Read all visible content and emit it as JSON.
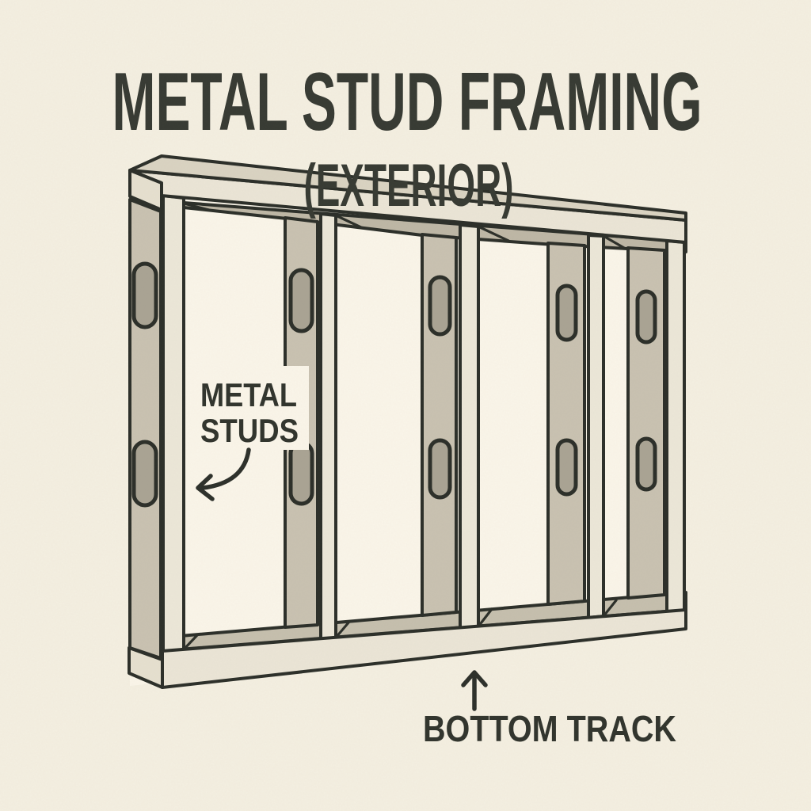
{
  "page": {
    "type": "illustrated-diagram",
    "subject": "Metal stud framing of an exterior wall"
  },
  "title": {
    "main": "METAL STUD FRAMING",
    "sub": "(EXTERIOR)"
  },
  "callouts": {
    "metal_studs": {
      "line1": "METAL",
      "line2": "STUDS",
      "arrow_icon": "curved-arrow-down-left"
    },
    "bottom_track": {
      "label": "BOTTOM TRACK",
      "arrow_icon": "straight-arrow-up"
    }
  },
  "diagram": {
    "stud_count": 5,
    "knockouts_per_stud": 2,
    "components": [
      "top track",
      "metal studs",
      "bottom track",
      "oval knockout holes"
    ]
  },
  "colors": {
    "background": "#f4efe1",
    "opening": "#faf5e9",
    "track_face": "#ebe5d6",
    "track_top": "#dad3c2",
    "end_cap": "#e6e0cf",
    "stud_web": "#c9c2b1",
    "stud_flange": "#ece7d8",
    "inner_top": "#beb7a6",
    "inner_bottom": "#c6bfae",
    "knockout_fill": "#aaa494",
    "outline": "#2d302a",
    "text": "#383b34"
  }
}
